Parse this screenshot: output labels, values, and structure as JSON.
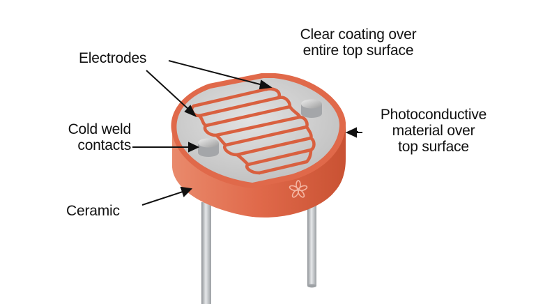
{
  "labels": {
    "clear_coating": [
      "Clear coating over",
      "entire top surface"
    ],
    "electrodes": [
      "Electrodes"
    ],
    "cold_weld": [
      "Cold weld",
      "contacts"
    ],
    "photoconductive": [
      "Photoconductive",
      "material over",
      "top surface"
    ],
    "ceramic": [
      "Ceramic"
    ]
  },
  "colors": {
    "ceramic": "#e0694a",
    "ceramic_shade": "#c9553a",
    "top_surface": "#c8c8c8",
    "electrode": "#d9603f",
    "leads": "#b9bcc0",
    "contacts": "#a9abae",
    "text": "#111111"
  },
  "icons": {
    "logo": "flower-logo-icon"
  }
}
